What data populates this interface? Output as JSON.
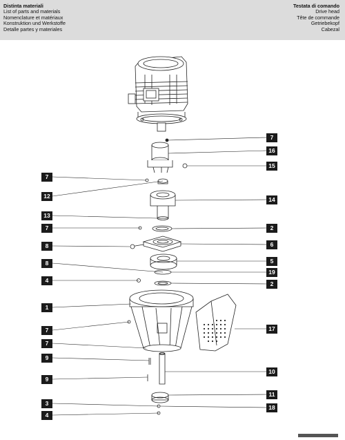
{
  "header": {
    "left_lines": [
      "Distinta materiali",
      "List of parts and materials",
      "Nomenclature et matériaux",
      "Konstruktion und Werkstoffe",
      "Detalle partes y materiales"
    ],
    "right_lines": [
      "Testata di comando",
      "Drive head",
      "Tête de commande",
      "Getriebekopf",
      "Cabezal"
    ]
  },
  "callouts_left": [
    "7",
    "12",
    "13",
    "7",
    "8",
    "8",
    "4",
    "1",
    "7",
    "7",
    "9",
    "9",
    "3",
    "4"
  ],
  "callouts_right": [
    "7",
    "16",
    "15",
    "14",
    "2",
    "6",
    "5",
    "19",
    "2",
    "17",
    "10",
    "11",
    "18"
  ],
  "colors": {
    "header_bg": "#dcdcdc",
    "tag_bg": "#1b1b1b",
    "line": "#222222"
  }
}
